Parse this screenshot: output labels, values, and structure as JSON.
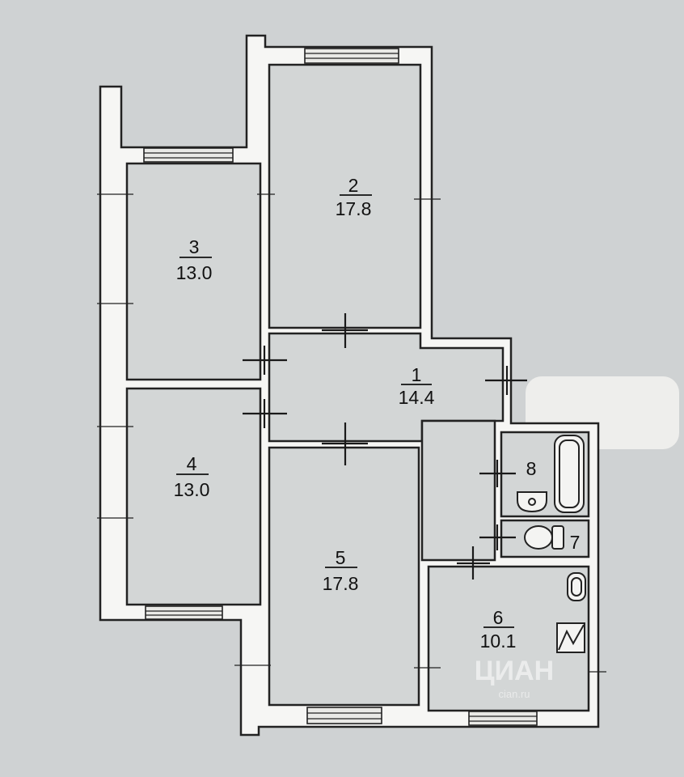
{
  "rooms": [
    {
      "id": "1",
      "number": "1",
      "area": "14.4"
    },
    {
      "id": "2",
      "number": "2",
      "area": "17.8"
    },
    {
      "id": "3",
      "number": "3",
      "area": "13.0"
    },
    {
      "id": "4",
      "number": "4",
      "area": "13.0"
    },
    {
      "id": "5",
      "number": "5",
      "area": "17.8"
    },
    {
      "id": "6",
      "number": "6",
      "area": "10.1"
    },
    {
      "id": "7",
      "number": "7",
      "area": ""
    },
    {
      "id": "8",
      "number": "8",
      "area": ""
    }
  ],
  "watermark": {
    "brand": "ЦИАН",
    "sub": "cian.ru"
  }
}
